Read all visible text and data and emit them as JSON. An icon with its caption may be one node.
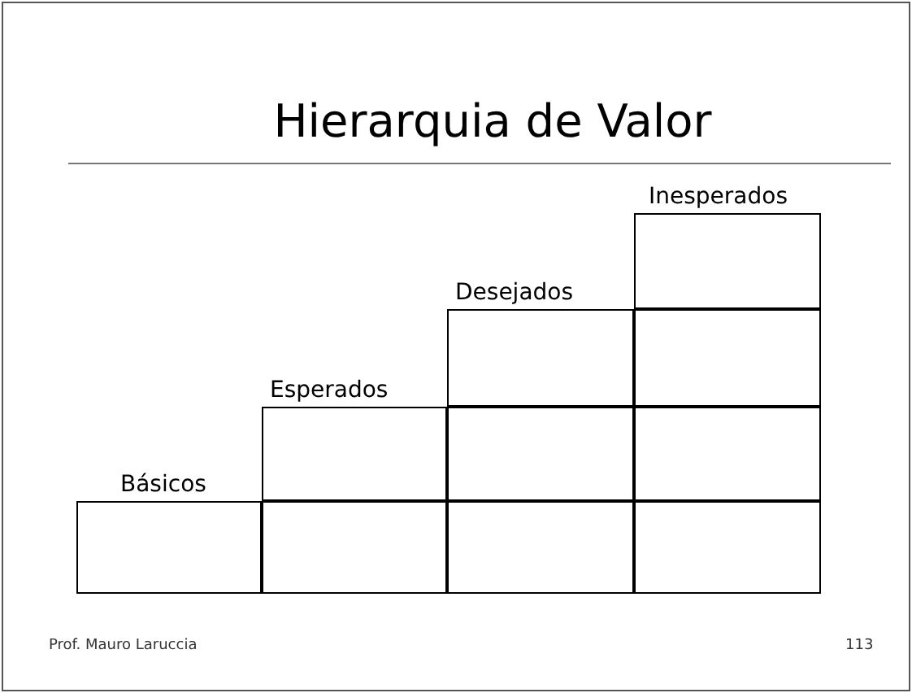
{
  "diagram": {
    "title": "Hierarquia de Valor",
    "nodes": [
      {
        "text": [
          "Básicos"
        ]
      },
      {
        "text": [
          "Esperados"
        ]
      },
      {
        "text": [],
        "shape": "box"
      },
      {
        "text": [
          "Desejados"
        ]
      },
      {
        "text": [],
        "shape": "box"
      },
      {
        "text": [],
        "shape": "box"
      },
      {
        "text": [
          "Inesperados"
        ]
      },
      {
        "text": [],
        "shape": "box"
      },
      {
        "text": [],
        "shape": "box"
      },
      {
        "text": [],
        "shape": "box"
      }
    ],
    "labels": [
      "Prof. Mauro Laruccia",
      "113"
    ]
  }
}
